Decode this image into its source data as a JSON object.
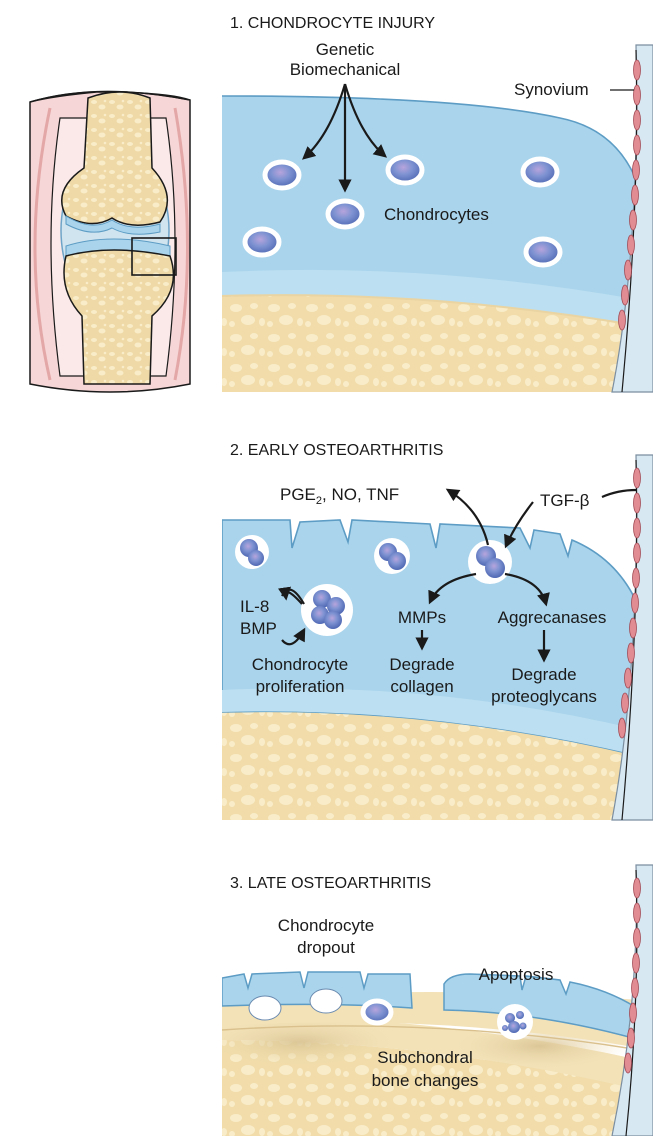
{
  "panel1": {
    "heading": "1. CHONDROCYTE INJURY",
    "cause_line1": "Genetic",
    "cause_line2": "Biomechanical",
    "synovium_label": "Synovium",
    "cells_label": "Chondrocytes"
  },
  "panel2": {
    "heading": "2. EARLY OSTEOARTHRITIS",
    "mediators_pre": "PGE",
    "mediators_sub": "2",
    "mediators_post": ", NO, TNF",
    "tgf_label": "TGF-β",
    "il8_label": "IL-8",
    "bmp_label": "BMP",
    "prolif_line1": "Chondrocyte",
    "prolif_line2": "proliferation",
    "mmps_label": "MMPs",
    "aggrec_label": "Aggrecanases",
    "degcol_line1": "Degrade",
    "degcol_line2": "collagen",
    "degpg_line1": "Degrade",
    "degpg_line2": "proteoglycans"
  },
  "panel3": {
    "heading": "3. LATE OSTEOARTHRITIS",
    "dropout_line1": "Chondrocyte",
    "dropout_line2": "dropout",
    "apoptosis_label": "Apoptosis",
    "bone_line1": "Subchondral",
    "bone_line2": "bone changes"
  },
  "colors": {
    "cartilage": "#a9d4ec",
    "cartilage_edge": "#5d9cc4",
    "bone": "#f2dfb2",
    "bone_pore": "#f8ecc9",
    "cell": "#6f86c8",
    "cell_core": "#9b7fc4",
    "synovium": "#e59a9a",
    "skin": "#f6d6d6"
  }
}
